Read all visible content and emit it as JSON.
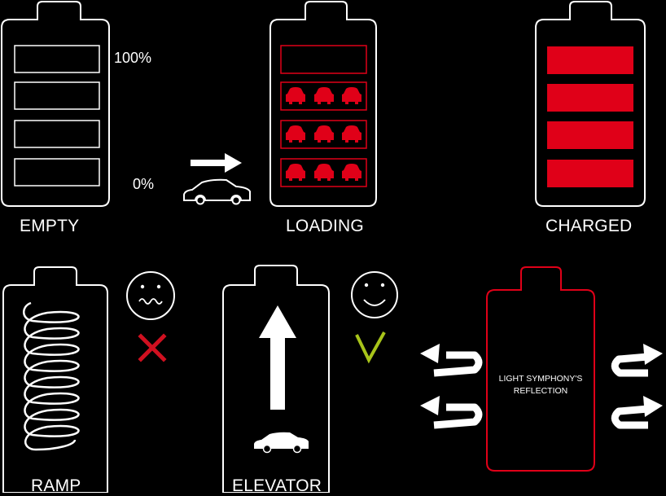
{
  "colors": {
    "background": "#000000",
    "outline": "#ffffff",
    "accent_red": "#e00018",
    "check_green": "#a8c41a"
  },
  "empty": {
    "label": "EMPTY",
    "top_label": "100%",
    "bottom_label": "0%"
  },
  "loading": {
    "label": "LOADING",
    "filled_slots": 3,
    "cars_per_slot": 3
  },
  "charged": {
    "label": "CHARGED",
    "filled_slots": 4
  },
  "ramp": {
    "label": "RAMP",
    "verdict": "x-mark"
  },
  "elevator": {
    "label": "ELEVATOR",
    "verdict": "check-mark"
  },
  "reflection": {
    "text_line1": "LIGHT SYMPHONY'S",
    "text_line2": "REFLECTION"
  },
  "icons": [
    "arrow-right-icon",
    "car-icon",
    "sad-face-icon",
    "happy-face-icon",
    "x-mark-icon",
    "check-mark-icon",
    "up-arrow-icon",
    "u-turn-arrow-icon"
  ]
}
